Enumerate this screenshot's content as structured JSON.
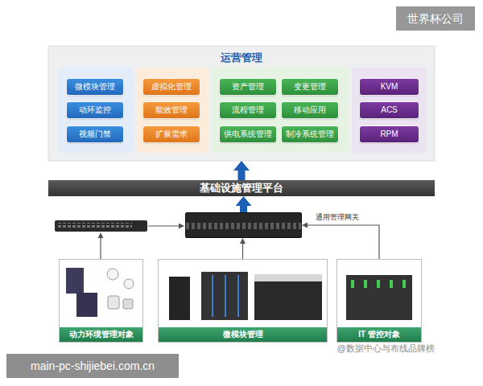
{
  "diagram": {
    "nodes": [
      {
        "text": [
          "运营管理"
        ]
      },
      {
        "text": [
          "微模块管理"
        ],
        "in": 0
      },
      {
        "text": [
          "动环监控"
        ],
        "in": 0
      },
      {
        "text": [
          "视频门禁"
        ],
        "in": 0
      },
      {
        "text": [
          "虚拟化管理"
        ],
        "in": 0
      },
      {
        "text": [
          "能效管理"
        ],
        "in": 0
      },
      {
        "text": [
          "扩展需求"
        ],
        "in": 0
      },
      {
        "text": [
          "资产管理"
        ],
        "in": 0
      },
      {
        "text": [
          "变更管理"
        ],
        "in": 0
      },
      {
        "text": [
          "流程管理"
        ],
        "in": 0
      },
      {
        "text": [
          "移动应用"
        ],
        "in": 0
      },
      {
        "text": [
          "供电系统管理"
        ],
        "in": 0
      },
      {
        "text": [
          "制冷系统管理"
        ],
        "in": 0
      },
      {
        "text": [
          "KVM"
        ],
        "in": 0
      },
      {
        "text": [
          "ACS"
        ],
        "in": 0
      },
      {
        "text": [
          "RPM"
        ],
        "in": 0
      },
      {
        "text": [
          "基础设施管理平台"
        ]
      },
      {
        "text": [
          "通用管理网关"
        ]
      },
      {
        "text": [
          "动力环境管理对象"
        ]
      },
      {
        "text": [
          "微模块管理"
        ]
      },
      {
        "text": [
          "IT 管控对象"
        ]
      }
    ],
    "edges": [
      {
        "from": 19,
        "to": 17,
        "arrow": "to"
      },
      {
        "from": 20,
        "to": 17,
        "arrow": "to"
      },
      {
        "from": 17,
        "to": 16,
        "arrow": "to"
      },
      {
        "from": 16,
        "to": 0,
        "arrow": "to"
      }
    ],
    "labels": [
      "世界杯公司",
      "main-pc-shijiebei.com.cn",
      "@数据中心与布线品牌榜"
    ]
  }
}
